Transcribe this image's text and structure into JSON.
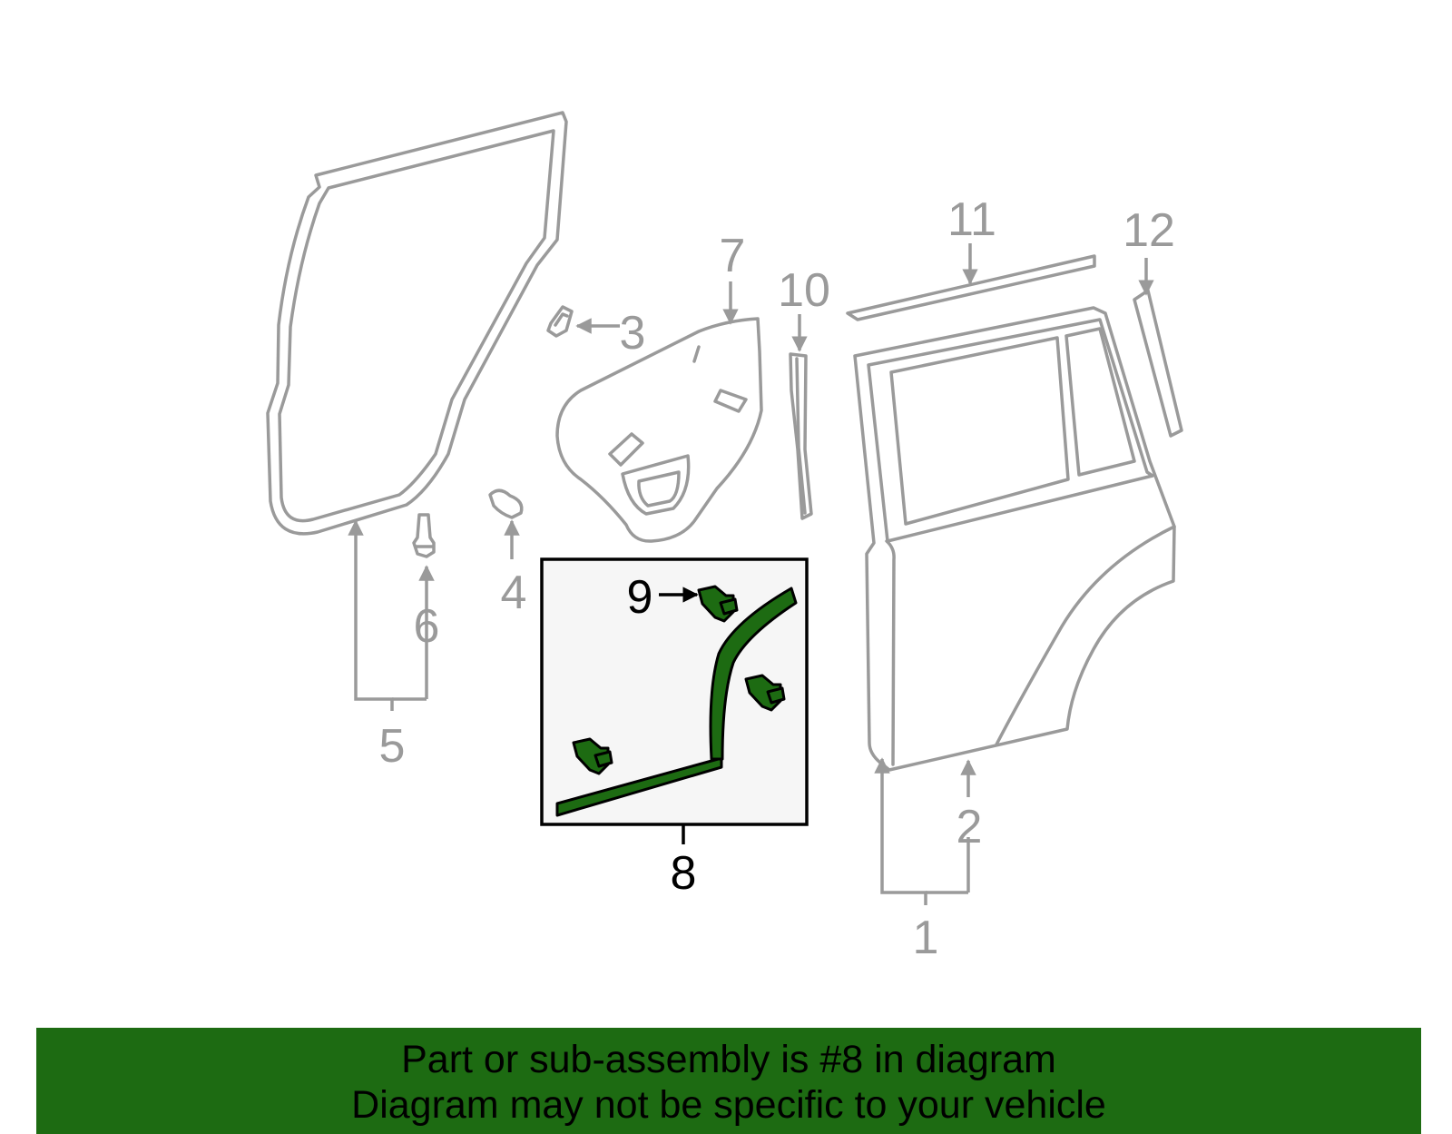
{
  "callouts": {
    "c1": "1",
    "c2": "2",
    "c3": "3",
    "c4": "4",
    "c5": "5",
    "c6": "6",
    "c7": "7",
    "c8": "8",
    "c9": "9",
    "c10": "10",
    "c11": "11",
    "c12": "12"
  },
  "highlight_callouts": [
    "8",
    "9"
  ],
  "colors": {
    "highlight": "#1d6b12",
    "linework": "#9a9a9a",
    "inset_bg": "#f6f6f6"
  },
  "banner": {
    "line1": "Part or sub-assembly is #8 in diagram",
    "line2": "Diagram may not be specific to your vehicle"
  }
}
